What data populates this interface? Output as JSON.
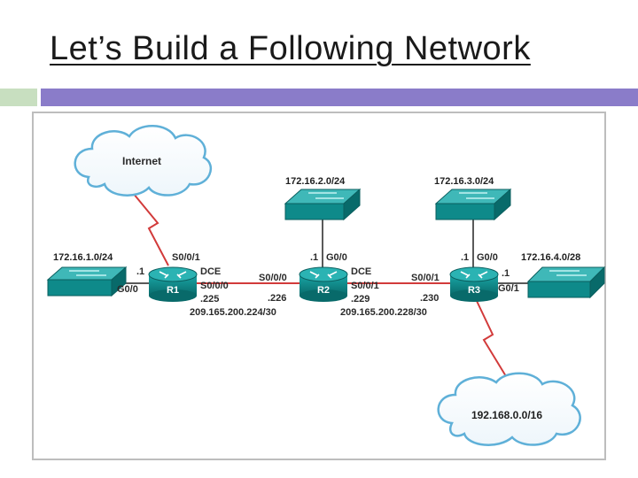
{
  "slide": {
    "title": "Let’s Build a Following Network"
  },
  "colors": {
    "accent_purple": "#8a7cc9",
    "accent_green": "#c8dfc0",
    "device_teal": "#0e8a8a",
    "serial_link_red": "#d23b3b",
    "cloud_blue": "#8fc8e6"
  },
  "diagram": {
    "clouds": {
      "internet": "Internet",
      "remote": "192.168.0.0/16"
    },
    "lans": {
      "r1": "172.16.1.0/24",
      "r2": "172.16.2.0/24",
      "r3_top": "172.16.3.0/24",
      "r3_right": "172.16.4.0/28"
    },
    "routers": {
      "r1": "R1",
      "r2": "R2",
      "r3": "R3"
    },
    "labels": {
      "r1_s001": "S0/0/1",
      "r1_dot1": ".1",
      "r1_g00": "G0/0",
      "r1_dce": "DCE",
      "r1_s000": "S0/0/0",
      "r1_225": ".225",
      "link1_subnet": "209.165.200.224/30",
      "r2_s000": "S0/0/0",
      "r2_226": ".226",
      "r2_dot1": ".1",
      "r2_g00": "G0/0",
      "r2_dce": "DCE",
      "r2_s001": "S0/0/1",
      "r2_229": ".229",
      "link2_subnet": "209.165.200.228/30",
      "r3_s001": "S0/0/1",
      "r3_230": ".230",
      "r3_dot1_top": ".1",
      "r3_g00": "G0/0",
      "r3_dot1_right": ".1",
      "r3_g01": "G0/1"
    }
  }
}
